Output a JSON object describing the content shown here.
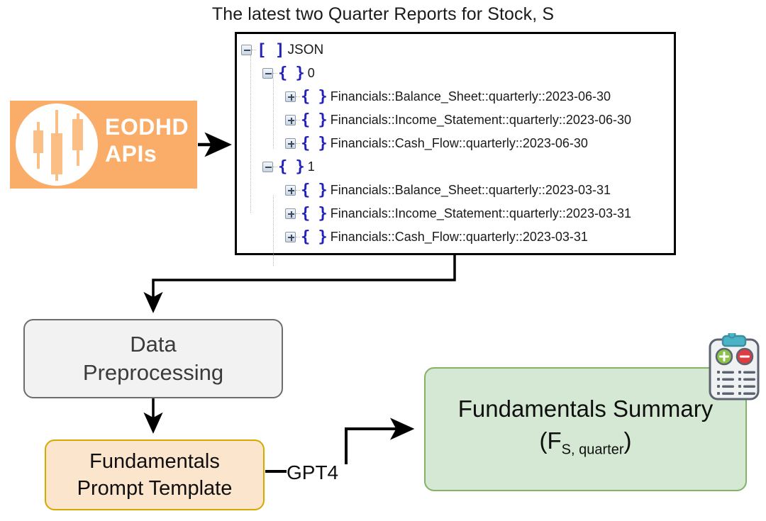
{
  "title": "The latest two Quarter Reports for Stock, S",
  "json_panel": {
    "root_label": "JSON",
    "groups": [
      {
        "index_label": "0",
        "items": [
          "Financials::Balance_Sheet::quarterly::2023-06-30",
          "Financials::Income_Statement::quarterly::2023-06-30",
          "Financials::Cash_Flow::quarterly::2023-06-30"
        ]
      },
      {
        "index_label": "1",
        "items": [
          "Financials::Balance_Sheet::quarterly::2023-03-31",
          "Financials::Income_Statement::quarterly::2023-03-31",
          "Financials::Cash_Flow::quarterly::2023-03-31"
        ]
      }
    ]
  },
  "logo": {
    "line1": "EODHD",
    "line2": "APIs",
    "background_color": "#f9ad68",
    "text_color": "#ffffff"
  },
  "nodes": {
    "preprocessing": {
      "line1": "Data",
      "line2": "Preprocessing",
      "fill": "#f2f2f2",
      "stroke": "#6d6d6d"
    },
    "prompt_template": {
      "line1": "Fundamentals",
      "line2": "Prompt Template",
      "fill": "#fce5cd",
      "stroke": "#d6a800"
    },
    "summary": {
      "line1": "Fundamentals Summary",
      "line2_prefix": "(F",
      "line2_subscript": "S, quarter",
      "line2_suffix": ")",
      "fill": "#d5e8d4",
      "stroke": "#82b366"
    }
  },
  "edges": {
    "model_label": "GPT4"
  },
  "icons": {
    "clipboard": "clipboard-checklist-icon",
    "candlestick": "candlestick-chart-icon",
    "expanded": "minus-toggle-icon",
    "collapsed": "plus-toggle-icon",
    "array": "square-brackets-icon",
    "object": "curly-braces-icon"
  }
}
